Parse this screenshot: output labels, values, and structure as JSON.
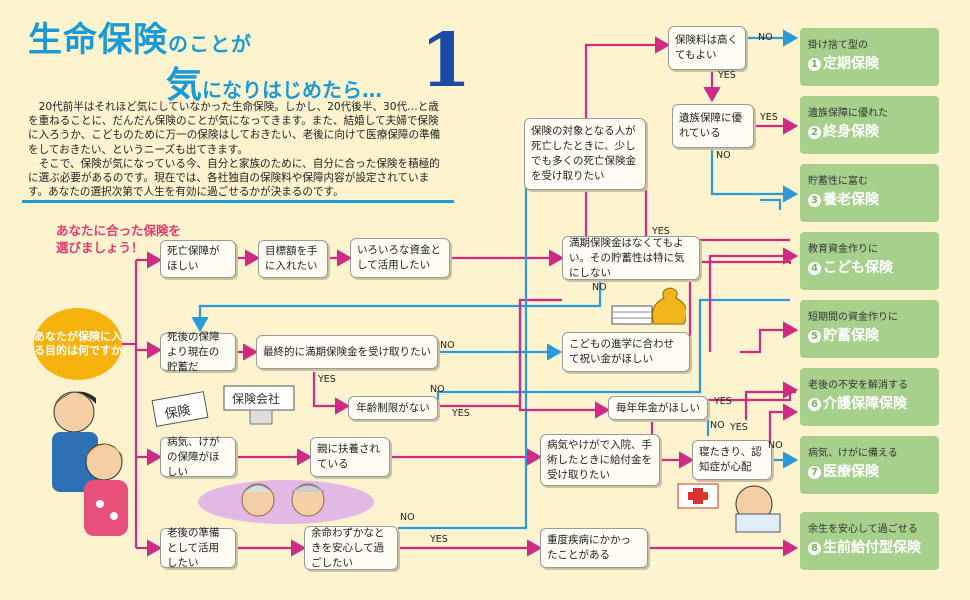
{
  "header": {
    "title_kanji_1": "生命保険",
    "title_hira_1": "のことが",
    "title_kanji_2": "気",
    "title_hira_2": "になりはじめたら…",
    "number": "1"
  },
  "intro": {
    "p1": "20代前半はそれほど気にしていなかった生命保険。しかし、20代後半、30代…と歳を重ねることに、だんだん保険のことが気になってきます。また、結婚して夫婦で保険に入ろうか、こどものために万一の保険はしておきたい、老後に向けて医療保障の準備をしておきたい、というニーズも出てきます。",
    "p2": "そこで、保険が気になっている今、自分と家族のために、自分に合った保険を積極的に選ぶ必要があるのです。現在では、各社独自の保険料や保障内容が設定されています。あなたの選択次第で人生を有効に過ごせるかが決まるのです。"
  },
  "lead": {
    "line1": "あなたに合った保険を",
    "line2": "選びましょう！"
  },
  "start": "あなたが保険に入る目的は何ですか",
  "nodes": {
    "death_benefit": "死亡保障がほしい",
    "money_now": "目標額を手に入れたい",
    "various_funds": "いろいろな資金として活用したい",
    "maturity_vs_death": "死後の保障より現在の貯蓄だ",
    "want_full_maturity": "最終的に満期保険金を受け取りたい",
    "age_limit": "年齢制限がない",
    "sickness": "病気、けがの保障がほしい",
    "support_parent": "親に扶養されている",
    "retirement": "老後の準備として活用したい",
    "peace_of_mind": "余命わずかなときを安心して過ごしたい",
    "premium_high": "保険料は高くてもよい",
    "family_coverage": "遺族保障に優れている",
    "lump_sum": "保険の対象となる人が死亡したときに、少しでも多くの死亡保険金を受け取りたい",
    "no_maturity": "満期保険金はなくてもよい。その貯蓄性は特に気にしない",
    "child_education": "こどもの進学に合わせて祝い金がほしい",
    "annual_pension": "毎年年金がほしい",
    "hospital_benefit": "病気やけがで入院、手術したときに給付金を受け取りたい",
    "bedridden": "寝たきり、認知症が心配",
    "serious_illness": "重度疾病にかかったことがある"
  },
  "labels": {
    "yes": "YES",
    "no": "NO"
  },
  "results": [
    {
      "num": "1",
      "sub": "掛け捨て型の",
      "name": "定期保険"
    },
    {
      "num": "2",
      "sub": "遺族保障に優れた",
      "name": "終身保険"
    },
    {
      "num": "3",
      "sub": "貯蓄性に富む",
      "name": "養老保険"
    },
    {
      "num": "4",
      "sub": "教育資金作りに",
      "name": "こども保険"
    },
    {
      "num": "5",
      "sub": "短期間の資金作りに",
      "name": "貯蓄保険"
    },
    {
      "num": "6",
      "sub": "老後の不安を解消する",
      "name": "介護保障保険"
    },
    {
      "num": "7",
      "sub": "病気、けがに備える",
      "name": "医療保険"
    },
    {
      "num": "8",
      "sub": "余生を安心して過ごせる",
      "name": "生前給付型保険"
    }
  ],
  "illustration": {
    "sign1": "保険",
    "sign2": "保険会社"
  },
  "colors": {
    "title": "#1a9bd6",
    "pink_line": "#cf2a86",
    "blue_line": "#2a9bd8",
    "result_bg": "#a6d08c",
    "start_bg": "#f6b30e"
  }
}
